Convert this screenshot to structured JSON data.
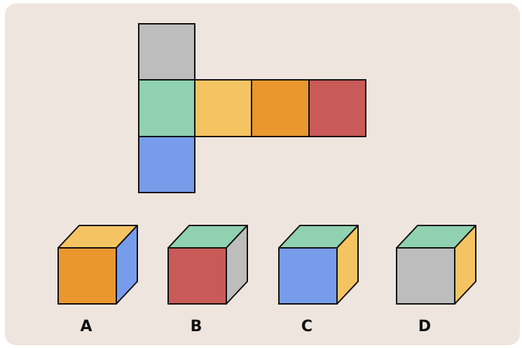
{
  "colors": {
    "background": "#efe5df",
    "outline": "#111111",
    "gray": "#bdbdbd",
    "green": "#8fd1b0",
    "yellow": "#f5c462",
    "orange": "#ea972f",
    "red": "#c95a58",
    "blue": "#779cea"
  },
  "net": {
    "faces": [
      {
        "id": "net-face-top",
        "color": "gray"
      },
      {
        "id": "net-face-center",
        "color": "green"
      },
      {
        "id": "net-face-right-1",
        "color": "yellow"
      },
      {
        "id": "net-face-right-2",
        "color": "orange"
      },
      {
        "id": "net-face-right-3",
        "color": "red"
      },
      {
        "id": "net-face-bottom",
        "color": "blue"
      }
    ]
  },
  "options": [
    {
      "label": "A",
      "top": "yellow",
      "front": "orange",
      "side": "blue"
    },
    {
      "label": "B",
      "top": "green",
      "front": "red",
      "side": "gray"
    },
    {
      "label": "C",
      "top": "green",
      "front": "blue",
      "side": "yellow"
    },
    {
      "label": "D",
      "top": "green",
      "front": "gray",
      "side": "yellow"
    }
  ]
}
